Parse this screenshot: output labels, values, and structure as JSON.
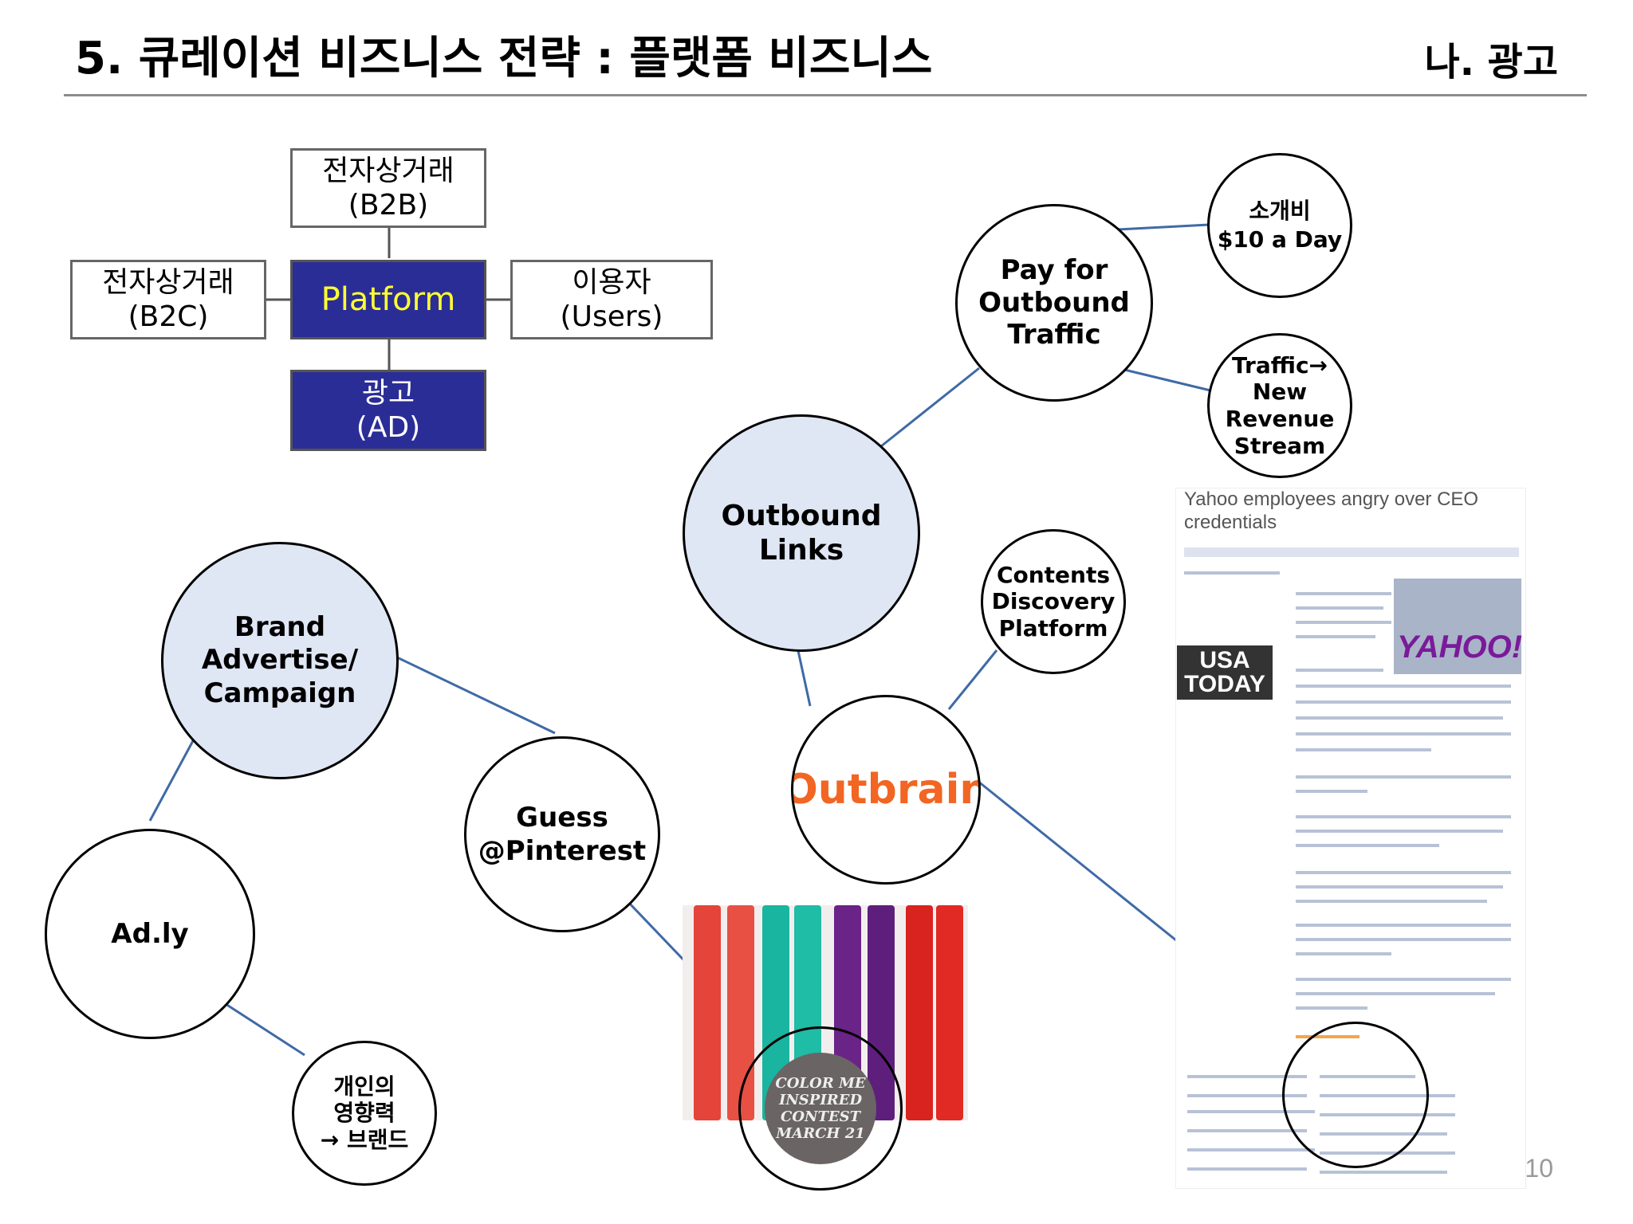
{
  "header": {
    "title": "5. 큐레이션 비즈니스 전략 : 플랫폼 비즈니스",
    "section": "나. 광고"
  },
  "platform_diagram": {
    "top": "전자상거래\n(B2B)",
    "left": "전자상거래\n(B2C)",
    "center": "Platform",
    "right": "이용자\n(Users)",
    "bottom": "광고\n(AD)"
  },
  "nodes": {
    "outbound_links": "Outbound\nLinks",
    "pay_outbound": "Pay for\nOutbound\nTraffic",
    "sogaebi": "소개비\n$10 a Day",
    "traffic_revenue": "Traffic→\nNew\nRevenue\nStream",
    "contents_discovery": "Contents\nDiscovery\nPlatform",
    "outbrain": "Outbrain",
    "brand_campaign": "Brand\nAdvertise/\nCampaign",
    "guess_pinterest": "Guess\n@Pinterest",
    "adly": "Ad.ly",
    "personal_influence": "개인의\n영향력\n→ 브랜드"
  },
  "article": {
    "headline": "Yahoo employees angry over CEO credentials",
    "logo": "USA\nTODAY",
    "image_word": "YAHOO!"
  },
  "seal_text": "COLOR ME\nINSPIRED\nCONTEST\nMARCH 21",
  "page_number": "10",
  "colors": {
    "dark_box": "#2b2d97",
    "platform_text": "#ffff33",
    "circle_fill_blue": "#dfe6f4",
    "connector": "#3f6aa6",
    "outbrain": "#f26522"
  }
}
